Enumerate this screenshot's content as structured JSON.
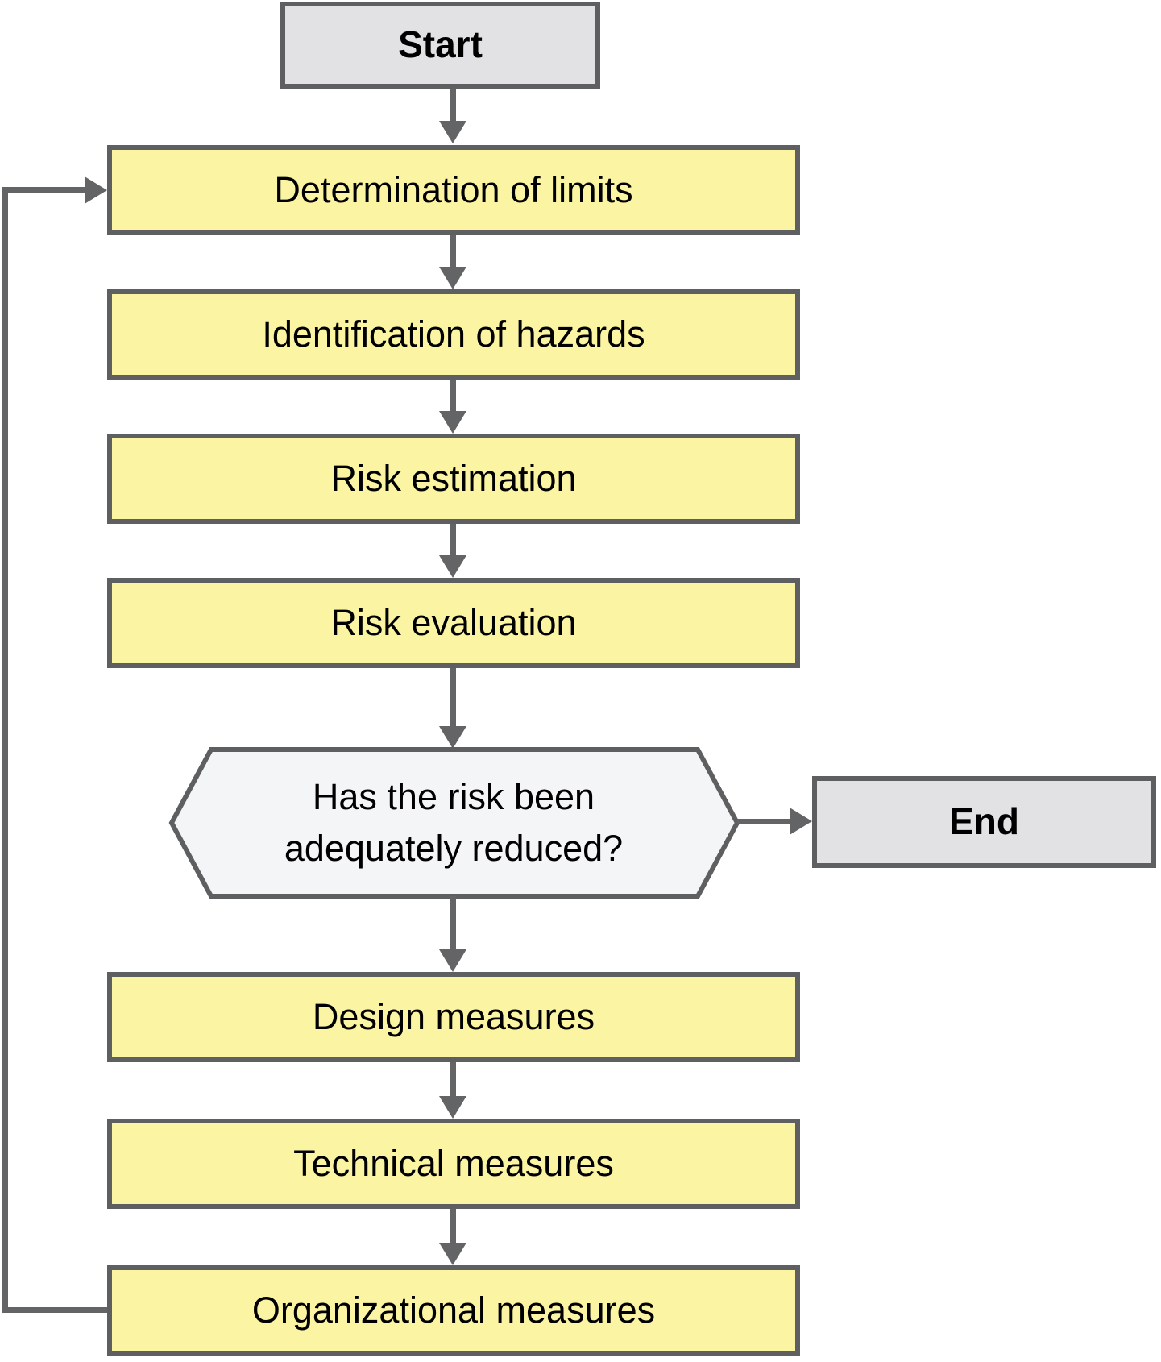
{
  "flowchart": {
    "start": {
      "label": "Start"
    },
    "steps": [
      {
        "label": "Determination of limits"
      },
      {
        "label": "Identification of hazards"
      },
      {
        "label": "Risk estimation"
      },
      {
        "label": "Risk evaluation"
      }
    ],
    "decision": {
      "lines": [
        "Has the risk been",
        "adequately reduced?"
      ]
    },
    "end": {
      "label": "End"
    },
    "measures": [
      {
        "label": "Design measures"
      },
      {
        "label": "Technical measures"
      },
      {
        "label": "Organizational measures"
      }
    ],
    "colors": {
      "process_fill": "#fbf4a2",
      "terminal_fill": "#e2e2e4",
      "decision_fill": "#f4f5f7",
      "line": "#636466",
      "border": "#5e5f61",
      "text": "#000000"
    }
  }
}
